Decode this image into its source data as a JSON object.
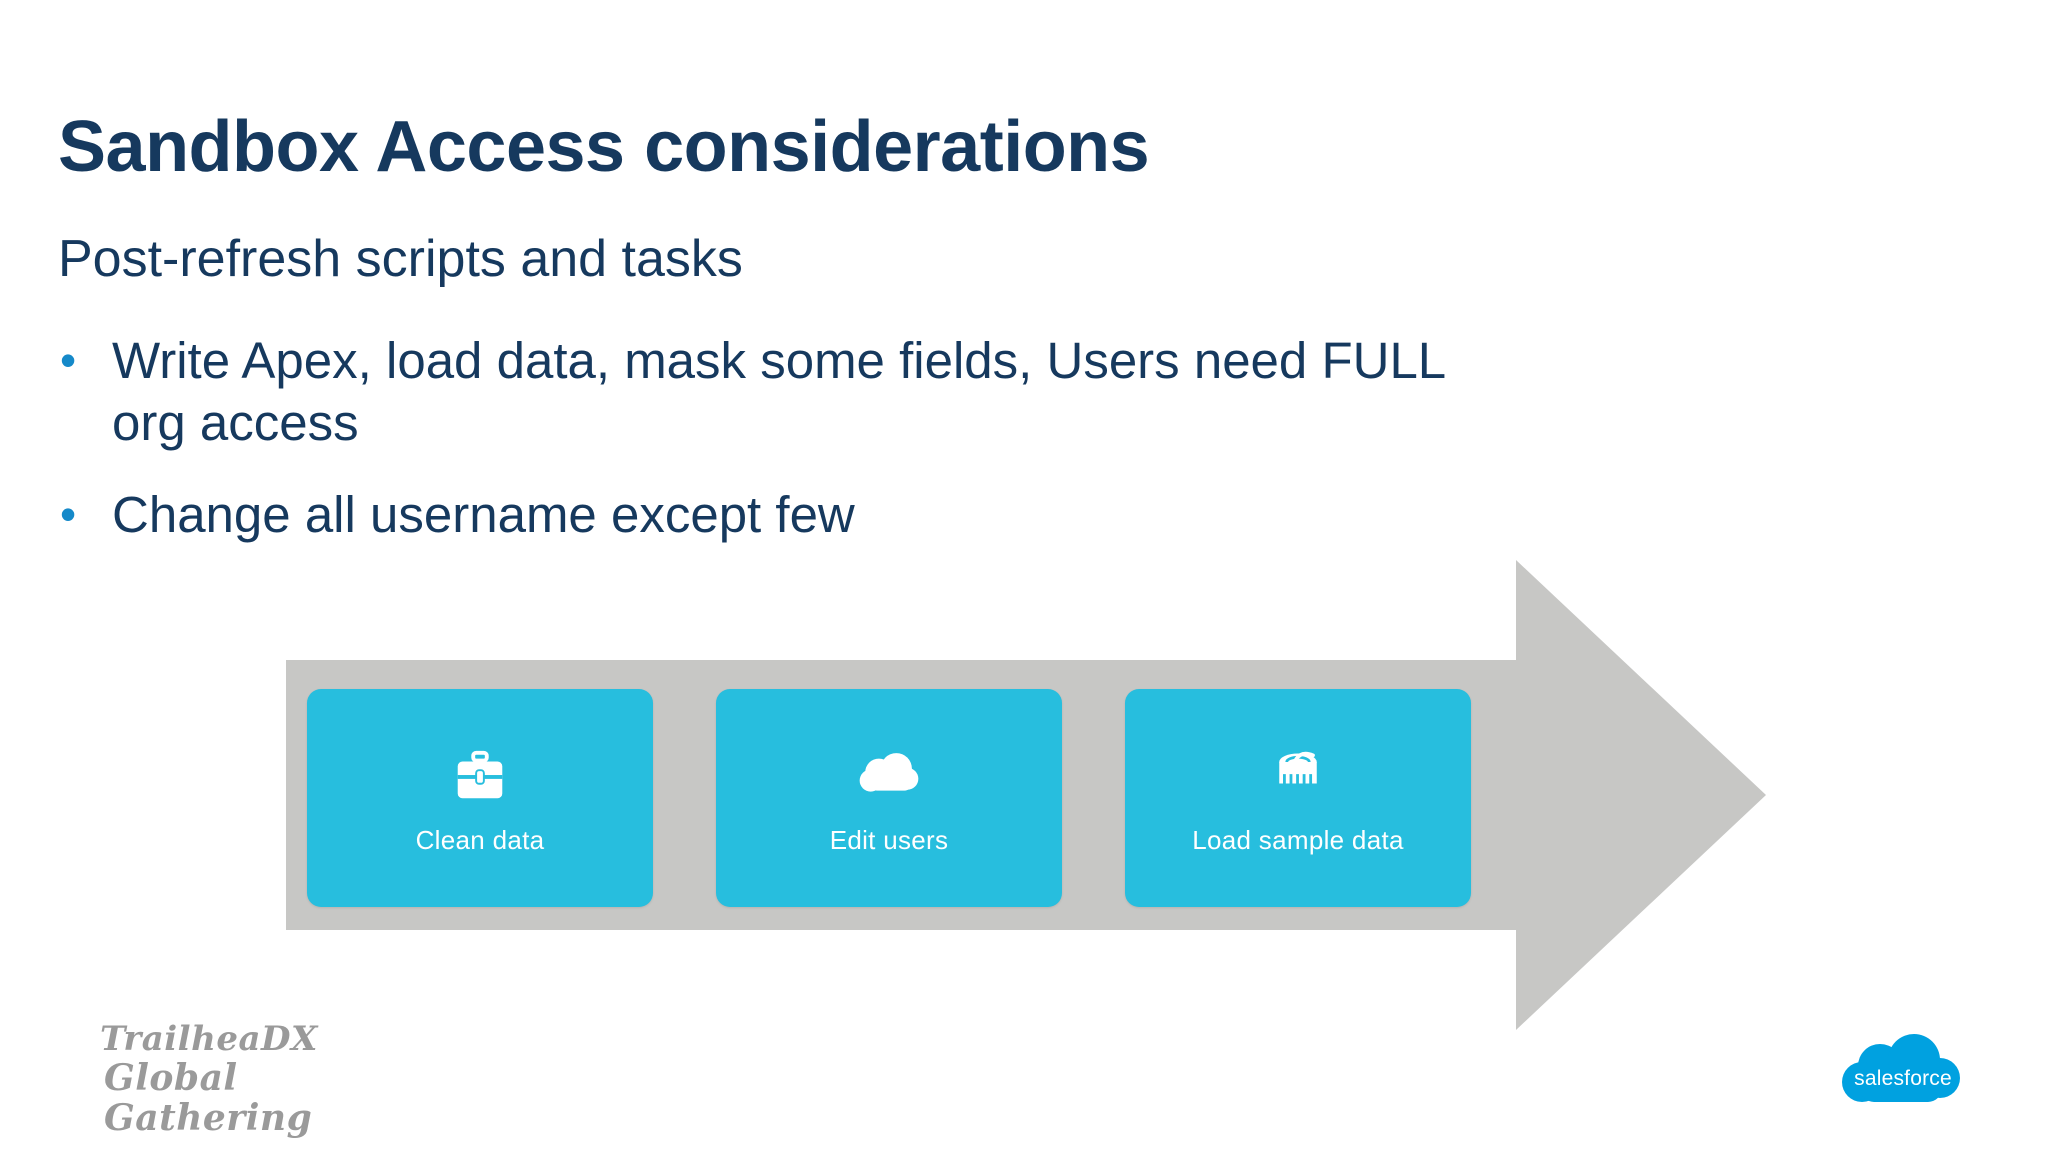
{
  "slide": {
    "title": "Sandbox Access considerations",
    "subtitle": "Post-refresh scripts and tasks",
    "bullet_marker": "•",
    "bullets": [
      "Write Apex, load data, mask some fields, Users need FULL org access",
      "Change all username except few"
    ]
  },
  "process": {
    "steps": [
      {
        "label": "Clean data",
        "icon": "briefcase-icon"
      },
      {
        "label": "Edit users",
        "icon": "cloud-icon"
      },
      {
        "label": "Load sample data",
        "icon": "database-icon"
      }
    ],
    "arrow_color": "#c7c7c5",
    "card_color": "#27bede",
    "card_text_color": "#ffffff"
  },
  "footer": {
    "trailhead_line1": "TrailheaDX",
    "trailhead_line2": "Global Gathering",
    "salesforce_wordmark": "salesforce",
    "salesforce_cloud_color": "#00a1e0",
    "trailhead_color": "#9a9a9a"
  },
  "theme": {
    "title_color": "#16395e",
    "body_color": "#16395e",
    "bullet_color": "#1589c9",
    "background": "#ffffff"
  }
}
